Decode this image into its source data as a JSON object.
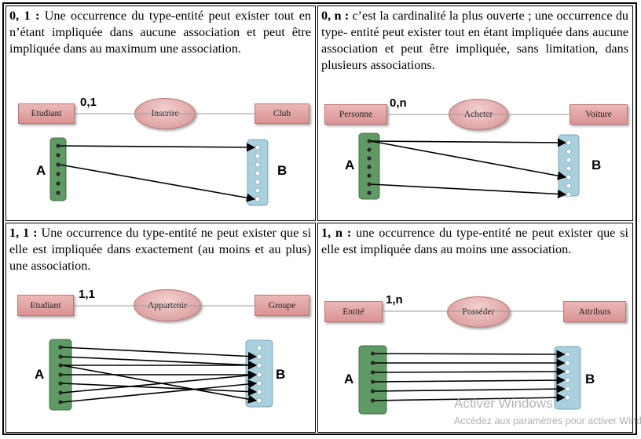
{
  "cells": {
    "c01": {
      "title": "0, 1 :",
      "text": "Une occurrence du type-entité peut exister tout en n’étant impliquée dans aucune association et peut être impliquée dans au maximum une association.",
      "entity1": "Etudiant",
      "association": "Inscrire",
      "entity2": "Club",
      "cardinality": "0,1",
      "setA": "A",
      "setB": "B"
    },
    "c0n": {
      "title": "0, n :",
      "text": "c’est la cardinalité la plus ouverte ; une occurrence du type- entité peut exister tout en étant impliquée dans aucune association et peut être impliquée, sans limitation, dans plusieurs associations.",
      "entity1": "Personne",
      "association": "Acheter",
      "entity2": "Voiture",
      "cardinality": "0,n",
      "setA": "A",
      "setB": "B"
    },
    "c11": {
      "title": "1, 1 :",
      "text": "Une occurrence du type-entité ne peut exister que si elle est impliquée dans exactement (au moins et au plus) une association.",
      "entity1": "Etudiant",
      "association": "Appartenir",
      "entity2": "Groupe",
      "cardinality": "1,1",
      "setA": "A",
      "setB": "B"
    },
    "c1n": {
      "title": "1, n :",
      "text": "une occurrence du type-entité ne peut exister que si elle est impliquée dans au moins une association.",
      "entity1": "Entité",
      "association": "Posséder",
      "entity2": "Attributs",
      "cardinality": "1,n",
      "setA": "A",
      "setB": "B"
    }
  },
  "watermark": {
    "line1": "Activer Windows",
    "line2": "Accédez aux paramètres pour activer Windows."
  },
  "colors": {
    "entity_fill": "#dfa3a3",
    "set_a_fill": "#5f9a65",
    "set_b_fill": "#a9d0dc"
  }
}
